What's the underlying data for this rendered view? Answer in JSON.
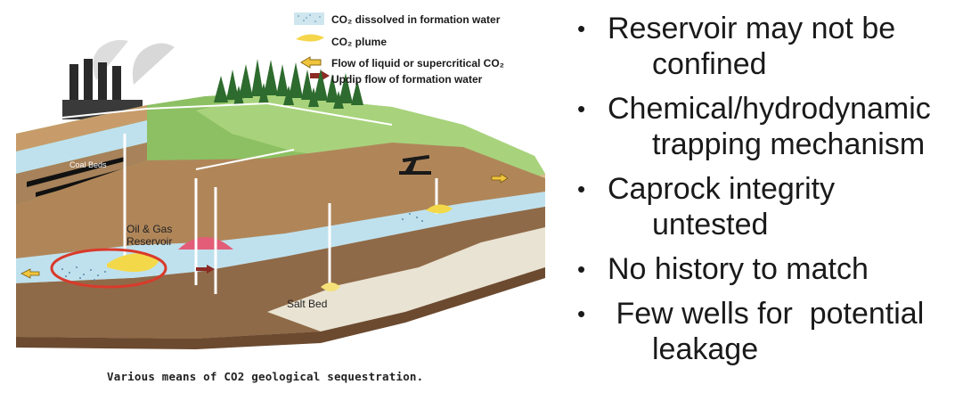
{
  "legend": {
    "dissolved": "CO₂ dissolved in formation water",
    "plume": "CO₂ plume",
    "flow": "Flow of liquid or supercritical CO₂",
    "updip": "Updip flow of formation water"
  },
  "labels": {
    "coal_beds": "Coal Beds",
    "reservoir_line1": "Oil & Gas",
    "reservoir_line2": "Reservoir",
    "salt_bed": "Salt Bed"
  },
  "caption": "Various means of CO2 geological sequestration.",
  "bullets": [
    {
      "line1": "Reservoir may not be",
      "line2": "confined"
    },
    {
      "line1": "Chemical/hydrodynamic",
      "line2": "trapping mechanism"
    },
    {
      "line1": "Caprock integrity",
      "line2": "untested"
    },
    {
      "line1": "No history to match",
      "line2": ""
    },
    {
      "line1": " Few wells for  potential",
      "line2": "leakage"
    }
  ],
  "colors": {
    "surface_green": "#8dc063",
    "soil_brown": "#b28a5a",
    "aquifer_blue": "#bfe1ee",
    "plume_yellow": "#f3d94a",
    "highlight_red": "#d93a2b"
  }
}
